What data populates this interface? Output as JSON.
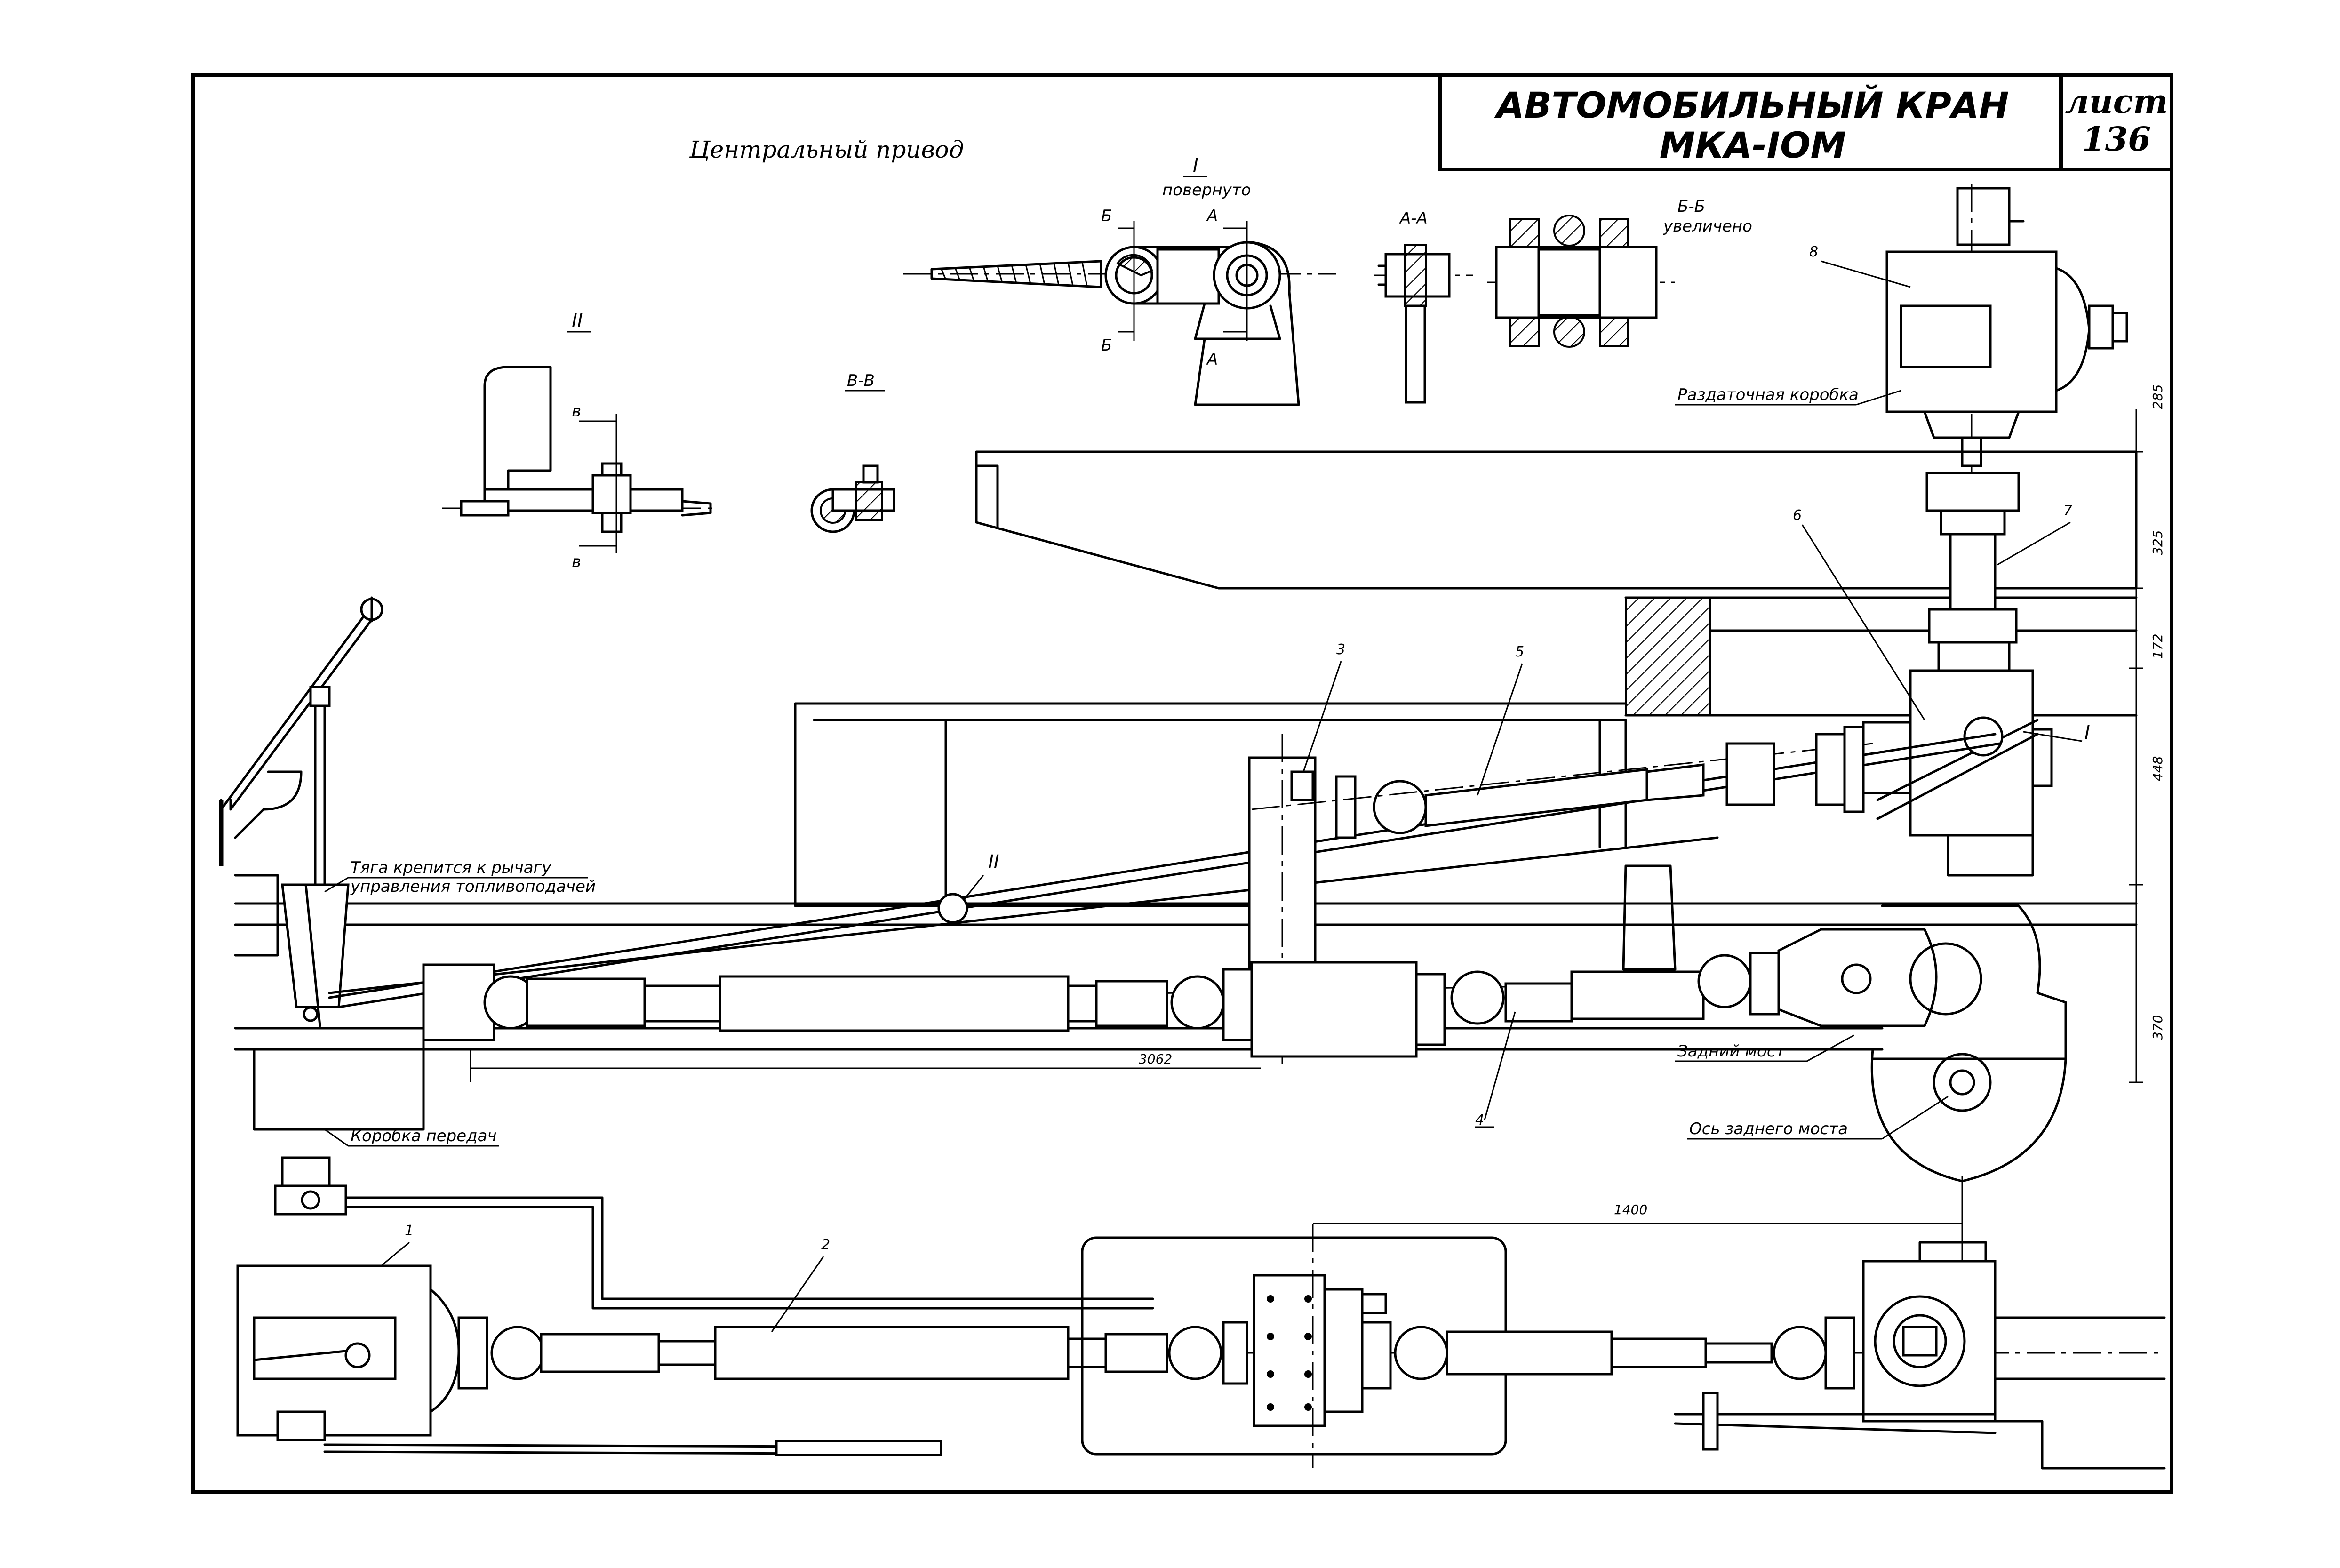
{
  "title_block": {
    "title_line1": "АВТОМОБИЛЬНЫЙ КРАН",
    "title_line2": "МКА-IОМ",
    "sheet_label": "лист",
    "sheet_number": "136"
  },
  "heading": "Центральный привод",
  "views": {
    "view_I_label": "I",
    "view_I_note": "повернуто",
    "view_II_label": "II",
    "section_AA": "А-А",
    "section_BB": "Б-Б",
    "section_BB_note": "увеличено",
    "section_VV": "В-В",
    "mark_A": "А",
    "mark_B": "Б",
    "mark_V": "в"
  },
  "labels": {
    "transfer_box": "Раздаточная коробка",
    "rod_note_line1": "Тяга крепится к рычагу",
    "rod_note_line2": "управления топливоподачей",
    "gearbox": "Коробка передач",
    "rear_axle": "Задний мост",
    "rear_axle_shaft": "Ось заднего моста",
    "section_callout_I": "I",
    "section_callout_II": "II"
  },
  "callouts": [
    "1",
    "2",
    "3",
    "4",
    "5",
    "6",
    "7",
    "8"
  ],
  "dimensions": {
    "d285": "285",
    "d325": "325",
    "d172": "172",
    "d448": "448",
    "d370": "370",
    "d3062": "3062",
    "d1400": "1400"
  }
}
